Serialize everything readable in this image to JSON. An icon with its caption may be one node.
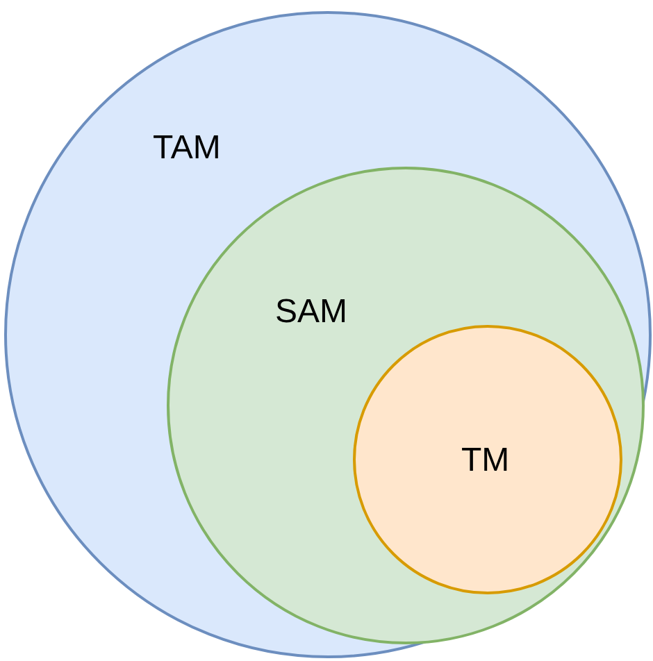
{
  "diagram": {
    "nodes": [
      {
        "text": [
          "TAM"
        ]
      },
      {
        "text": [
          "SAM"
        ],
        "in": 0
      },
      {
        "text": [
          "TM"
        ],
        "in": 1
      }
    ]
  }
}
